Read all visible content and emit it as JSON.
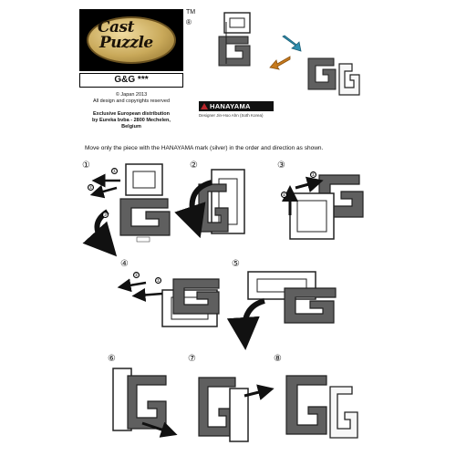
{
  "header": {
    "logo_line1": "Cast",
    "logo_line2": "Puzzle",
    "tm": "TM",
    "reg": "®",
    "title": "G&G ***",
    "copyright_line1": "© Japan 2013",
    "copyright_line2": "All design and copyrights reserved",
    "distribution_line1": "Exclusive European distribution",
    "distribution_line2": "by Eureka bvba - 2800 Mechelen,",
    "distribution_line3": "Belgium",
    "brand": "HANAYAMA",
    "designer": "Designer   Jin-Hoo Ahn (Soth Korea)"
  },
  "instruction": "Move only the piece with the HANAYAMA mark (silver) in the order and direction as shown.",
  "steps": [
    {
      "num": "①"
    },
    {
      "num": "②"
    },
    {
      "num": "③"
    },
    {
      "num": "④"
    },
    {
      "num": "⑤"
    },
    {
      "num": "⑥"
    },
    {
      "num": "⑦"
    },
    {
      "num": "⑧"
    }
  ],
  "sub_steps": [
    "①",
    "②",
    "③"
  ],
  "piece_label": "G&G",
  "colors": {
    "dark_piece": "#5f5f5f",
    "light_piece": "#f7f7f7",
    "arrow": "#222222",
    "teal_arrow": "#2f8fb0",
    "orange_arrow": "#c77a1c"
  }
}
